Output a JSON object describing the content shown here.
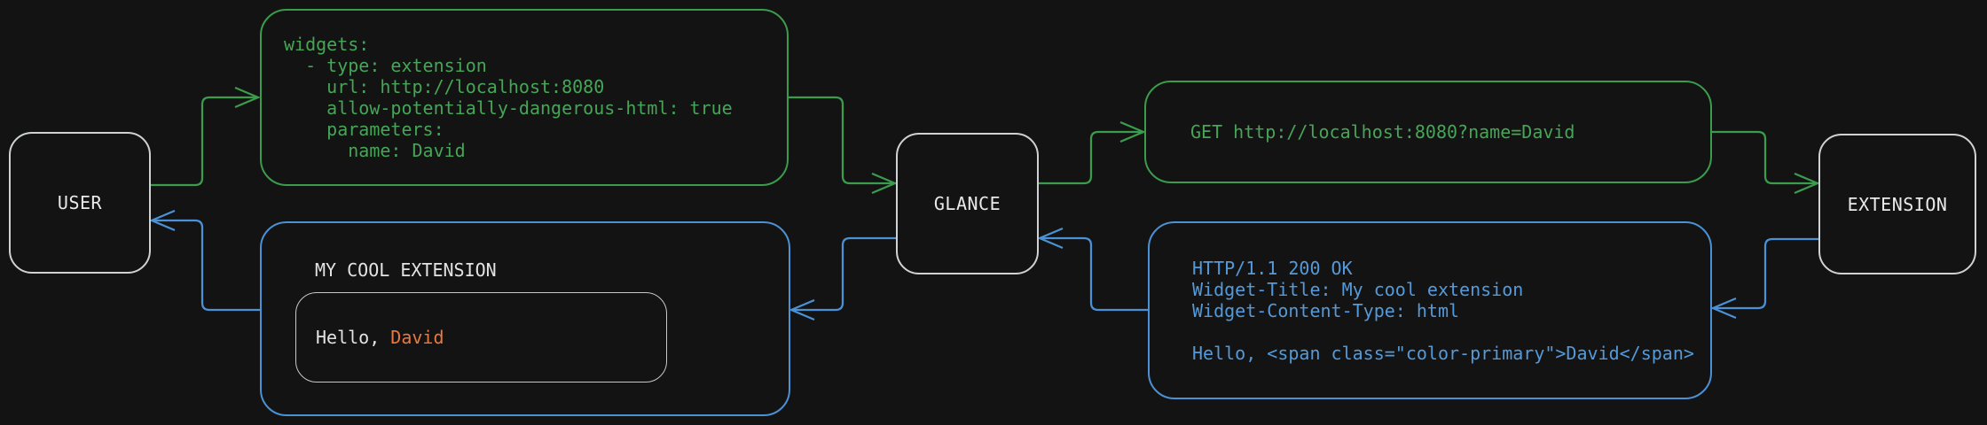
{
  "colors": {
    "background": "#131313",
    "request_green": "#3a9c4c",
    "request_text_green": "#46a556",
    "response_blue": "#4b91d5",
    "response_text_blue": "#549ada",
    "node_border": "#cfd2d4",
    "node_text": "#eaeaea",
    "accent_orange": "#e9793d",
    "preview_border": "#c6c9cb"
  },
  "nodes": {
    "user": {
      "label": "USER"
    },
    "glance": {
      "label": "GLANCE"
    },
    "extension": {
      "label": "EXTENSION"
    }
  },
  "config_box": {
    "lines": [
      "widgets:",
      "  - type: extension",
      "    url: http://localhost:8080",
      "    allow-potentially-dangerous-html: true",
      "    parameters:",
      "      name: David"
    ]
  },
  "request_box": {
    "text": "GET http://localhost:8080?name=David"
  },
  "response_box": {
    "lines": [
      "HTTP/1.1 200 OK",
      "Widget-Title: My cool extension",
      "Widget-Content-Type: html",
      "",
      "Hello, <span class=\"color-primary\">David</span>"
    ]
  },
  "widget_box": {
    "title": "MY COOL EXTENSION",
    "greeting_prefix": "Hello, ",
    "greeting_name": "David"
  }
}
